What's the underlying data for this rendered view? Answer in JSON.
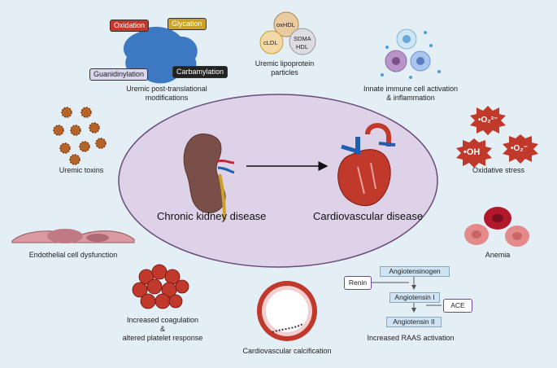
{
  "center": {
    "left_label": "Chronic kidney disease",
    "right_label": "Cardiovascular disease"
  },
  "ptm": {
    "tags": [
      "Oxidation",
      "Glycation",
      "Guanidinylation",
      "Carbamylation"
    ],
    "label_line1": "Uremic post-translational",
    "label_line2": "modifications",
    "colors": {
      "oxidation": "#c0392b",
      "glycation": "#c9a227",
      "guanidinylation": "#d9d6ef",
      "carbamylation": "#222222"
    }
  },
  "lipoprotein": {
    "particles": [
      "oxHDL",
      "cLDL",
      "SDMA",
      "HDL"
    ],
    "label_line1": "Uremic lipoprotein",
    "label_line2": "particles"
  },
  "immune": {
    "label_line1": "Innate immune cell activation",
    "label_line2": "& inflammation"
  },
  "toxins": {
    "label": "Uremic toxins"
  },
  "oxidative": {
    "species": [
      "•O₂²⁻",
      "•OH",
      "•O₂⁻"
    ],
    "label": "Oxidative stress"
  },
  "endothelial": {
    "label": "Endothelial cell dysfunction"
  },
  "anemia": {
    "label": "Anemia"
  },
  "coagulation": {
    "line1": "Increased coagulation",
    "line2": "&",
    "line3": "altered platelet response"
  },
  "calcification": {
    "label": "Cardiovascular calcification"
  },
  "raas": {
    "angiotensinogen": "Angiotensinogen",
    "renin": "Renin",
    "angiotensin1": "Angiotensin I",
    "ace": "ACE",
    "angiotensin2": "Angiotensin II",
    "label": "Increased RAAS activation"
  }
}
